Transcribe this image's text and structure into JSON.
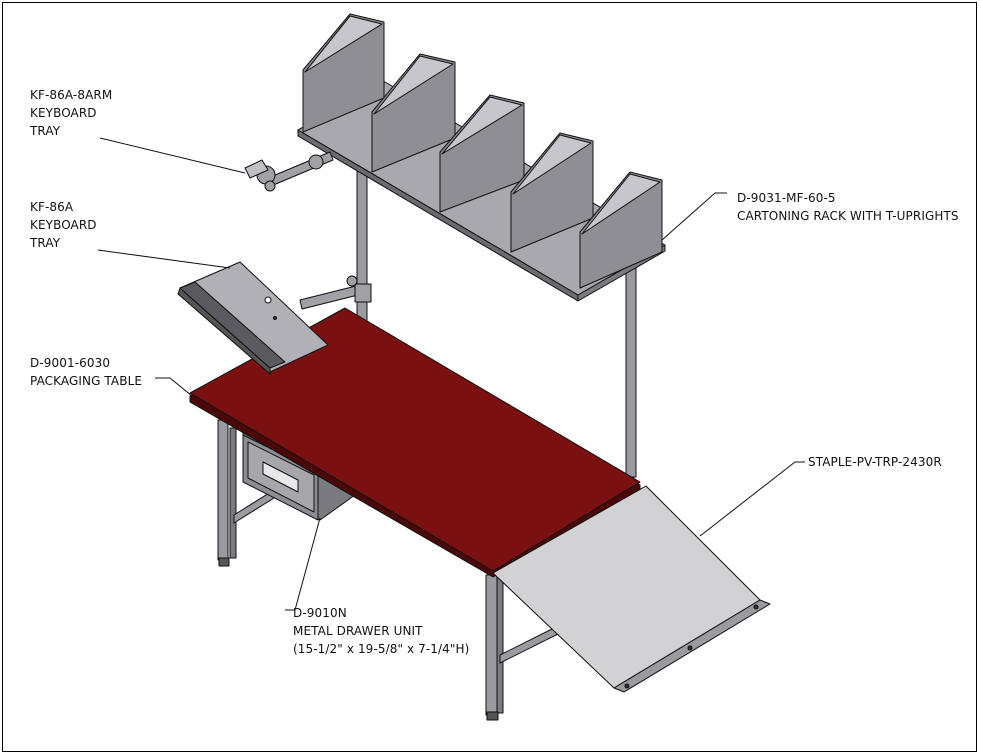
{
  "colors": {
    "tabletop": "#7a1010",
    "tabletop_edge": "#4a0808",
    "steel": "#9a9aa0",
    "steel_dark": "#6a6a70",
    "panel": "#a8a8ae",
    "panel_light": "#c6c6cc",
    "ramp": "#d2d2d4",
    "line": "#111111"
  },
  "callouts": {
    "keyboard_arm": {
      "line1": "KF-86A-8ARM",
      "line2": "KEYBOARD",
      "line3": "TRAY"
    },
    "keyboard_tray": {
      "line1": "KF-86A",
      "line2": "KEYBOARD",
      "line3": "TRAY"
    },
    "table": {
      "line1": "D-9001-6030",
      "line2": "PACKAGING TABLE"
    },
    "rack": {
      "line1": "D-9031-MF-60-5",
      "line2": "CARTONING RACK WITH T-UPRIGHTS"
    },
    "ramp": {
      "line1": "STAPLE-PV-TRP-2430R"
    },
    "drawer": {
      "line1": "D-9010N",
      "line2": "METAL DRAWER UNIT",
      "line3": "(15-1/2\" x 19-5/8\" x 7-1/4\"H)"
    }
  }
}
